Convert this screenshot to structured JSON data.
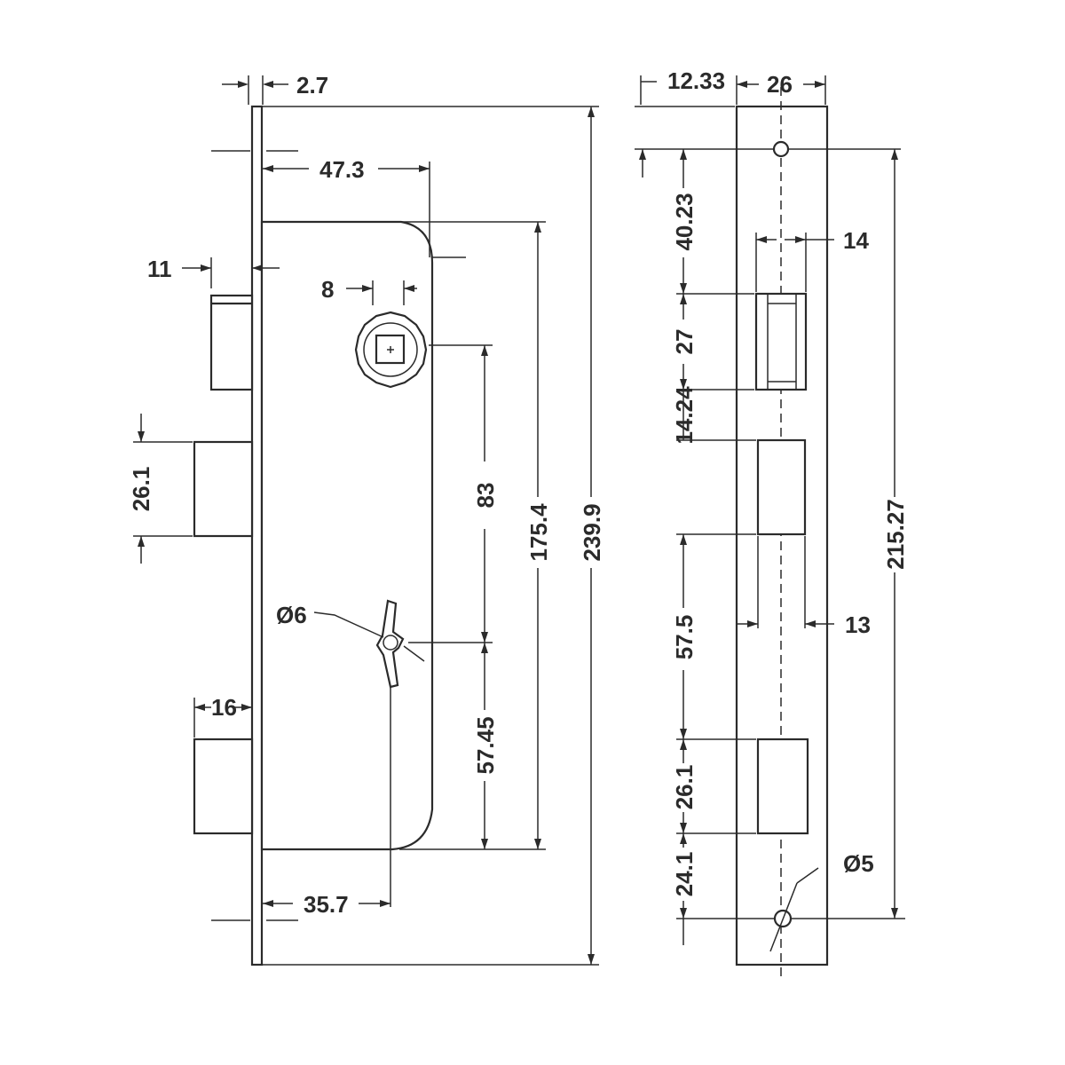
{
  "front_view": {
    "faceplate_thickness": "2.7",
    "backset_to_keyhole": "47.3",
    "latch_projection": "11",
    "square_spindle": "8",
    "bolt_height": "26.1",
    "bolt_projection": "16",
    "spindle_to_cylinder": "83",
    "case_height": "175.4",
    "faceplate_height": "239.9",
    "cylinder_hole_diameter": "Ø6",
    "cylinder_to_case_bottom": "57.45",
    "backset_to_cylinder": "35.7"
  },
  "side_view": {
    "top_offset": "12.33",
    "faceplate_width": "26",
    "top_hole_to_latch": "40.23",
    "latch_width": "14",
    "latch_height": "27",
    "latch_to_bolt_gap": "14.24",
    "bolt_width": "13",
    "hole_to_hole": "215.27",
    "bolt_spacing": "57.5",
    "bottom_bolt_height": "26.1",
    "bottom_bolt_to_hole": "24.1",
    "bottom_hole_diameter": "Ø5"
  }
}
